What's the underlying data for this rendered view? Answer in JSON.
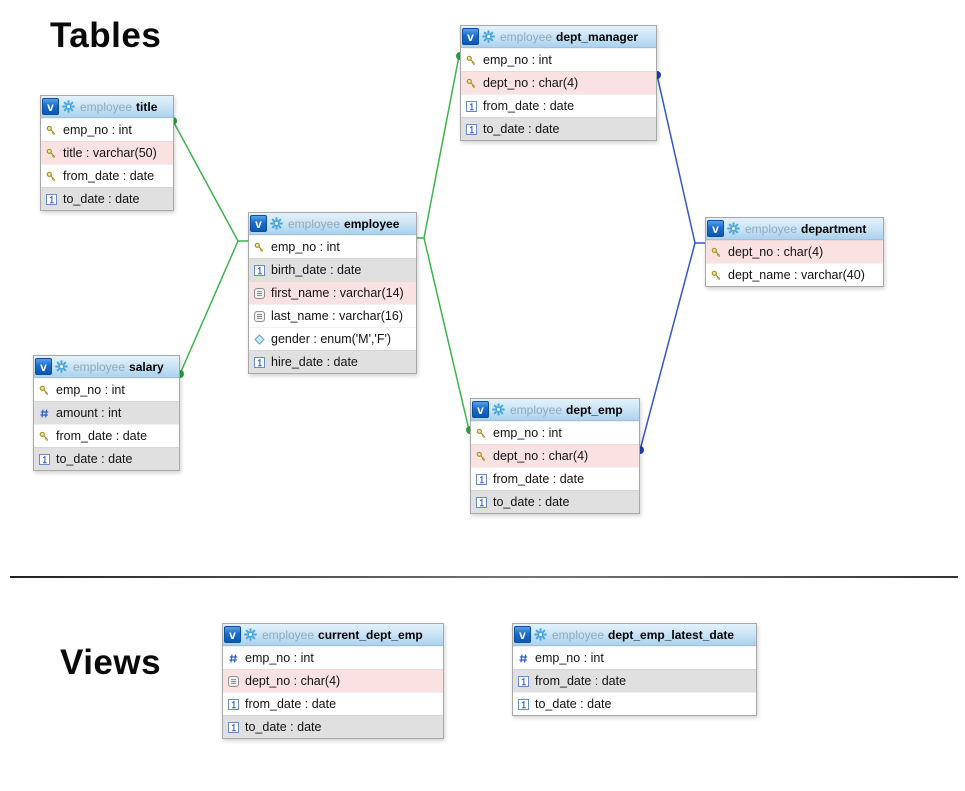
{
  "headings": {
    "tables": "Tables",
    "views": "Views"
  },
  "badge_label": "v",
  "colors": {
    "relationship_green": "#3cb44a",
    "relationship_blue": "#3356c8",
    "header_blue": "#abd2ee",
    "row_pink": "#fbe2e2",
    "row_gray": "#e0e0e0",
    "badge_blue": "#1b6ccb"
  },
  "tables": [
    {
      "schema": "employee",
      "name": "title",
      "columns": [
        {
          "text": "emp_no : int",
          "icon": "key",
          "variant": "white"
        },
        {
          "text": "title : varchar(50)",
          "icon": "key",
          "variant": "pink"
        },
        {
          "text": "from_date : date",
          "icon": "key",
          "variant": "white"
        },
        {
          "text": "to_date : date",
          "icon": "date",
          "variant": "gray"
        }
      ]
    },
    {
      "schema": "employee",
      "name": "employee",
      "columns": [
        {
          "text": "emp_no : int",
          "icon": "key",
          "variant": "white"
        },
        {
          "text": "birth_date : date",
          "icon": "date",
          "variant": "gray"
        },
        {
          "text": "first_name : varchar(14)",
          "icon": "text",
          "variant": "pink"
        },
        {
          "text": "last_name : varchar(16)",
          "icon": "text",
          "variant": "white"
        },
        {
          "text": "gender : enum('M','F')",
          "icon": "enum",
          "variant": "white"
        },
        {
          "text": "hire_date : date",
          "icon": "date",
          "variant": "gray"
        }
      ]
    },
    {
      "schema": "employee",
      "name": "salary",
      "columns": [
        {
          "text": "emp_no : int",
          "icon": "key",
          "variant": "white"
        },
        {
          "text": "amount : int",
          "icon": "int",
          "variant": "gray"
        },
        {
          "text": "from_date : date",
          "icon": "key",
          "variant": "white"
        },
        {
          "text": "to_date : date",
          "icon": "date",
          "variant": "gray"
        }
      ]
    },
    {
      "schema": "employee",
      "name": "dept_manager",
      "columns": [
        {
          "text": "emp_no : int",
          "icon": "key",
          "variant": "white"
        },
        {
          "text": "dept_no : char(4)",
          "icon": "key",
          "variant": "pink"
        },
        {
          "text": "from_date : date",
          "icon": "date",
          "variant": "white"
        },
        {
          "text": "to_date : date",
          "icon": "date",
          "variant": "gray"
        }
      ]
    },
    {
      "schema": "employee",
      "name": "dept_emp",
      "columns": [
        {
          "text": "emp_no : int",
          "icon": "key",
          "variant": "white"
        },
        {
          "text": "dept_no : char(4)",
          "icon": "key",
          "variant": "pink"
        },
        {
          "text": "from_date : date",
          "icon": "date",
          "variant": "white"
        },
        {
          "text": "to_date : date",
          "icon": "date",
          "variant": "gray"
        }
      ]
    },
    {
      "schema": "employee",
      "name": "department",
      "columns": [
        {
          "text": "dept_no : char(4)",
          "icon": "key",
          "variant": "pink"
        },
        {
          "text": "dept_name : varchar(40)",
          "icon": "key",
          "variant": "white"
        }
      ]
    }
  ],
  "views": [
    {
      "schema": "employee",
      "name": "current_dept_emp",
      "columns": [
        {
          "text": "emp_no : int",
          "icon": "int",
          "variant": "white"
        },
        {
          "text": "dept_no : char(4)",
          "icon": "text",
          "variant": "pink"
        },
        {
          "text": "from_date : date",
          "icon": "date",
          "variant": "white"
        },
        {
          "text": "to_date : date",
          "icon": "date",
          "variant": "gray"
        }
      ]
    },
    {
      "schema": "employee",
      "name": "dept_emp_latest_date",
      "columns": [
        {
          "text": "emp_no : int",
          "icon": "int",
          "variant": "white"
        },
        {
          "text": "from_date : date",
          "icon": "date",
          "variant": "gray"
        },
        {
          "text": "to_date : date",
          "icon": "date",
          "variant": "white"
        }
      ]
    }
  ],
  "connections": [
    {
      "from": "title",
      "to": "employee",
      "color": "#3cb44a"
    },
    {
      "from": "salary",
      "to": "employee",
      "color": "#3cb44a"
    },
    {
      "from": "employee",
      "to": "dept_manager",
      "color": "#3cb44a"
    },
    {
      "from": "employee",
      "to": "dept_emp",
      "color": "#3cb44a"
    },
    {
      "from": "dept_manager",
      "to": "department",
      "color": "#3356c8"
    },
    {
      "from": "dept_emp",
      "to": "department",
      "color": "#3356c8"
    }
  ]
}
